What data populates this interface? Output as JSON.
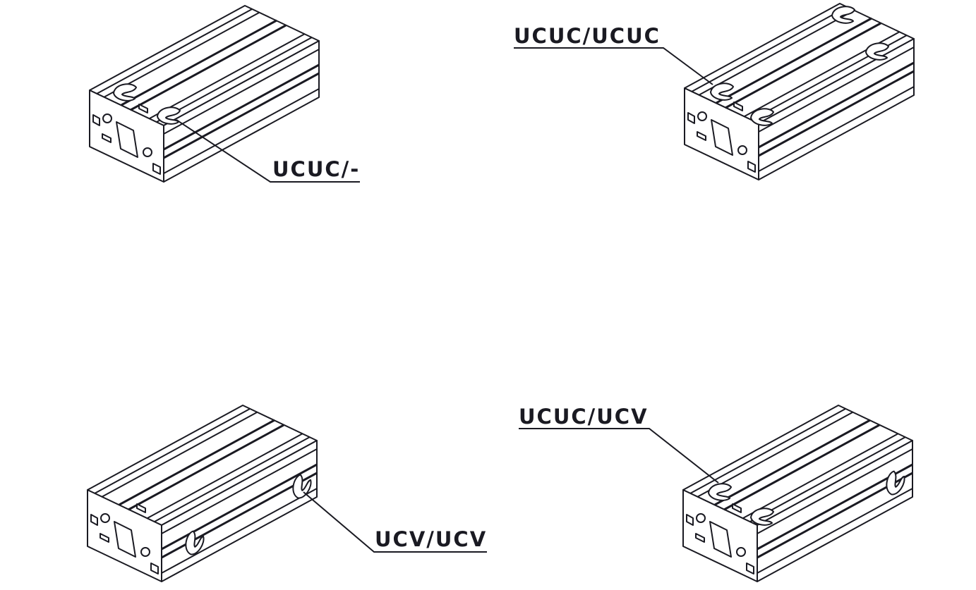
{
  "callouts": [
    {
      "id": "ucuc-none",
      "label": "UCUC/-"
    },
    {
      "id": "ucuc-ucuc",
      "label": "UCUC/UCUC"
    },
    {
      "id": "ucv-ucv",
      "label": "UCV/UCV"
    },
    {
      "id": "ucuc-ucv",
      "label": "UCUC/UCV"
    }
  ],
  "colors": {
    "line": "#1a1a22",
    "background": "#ffffff"
  }
}
